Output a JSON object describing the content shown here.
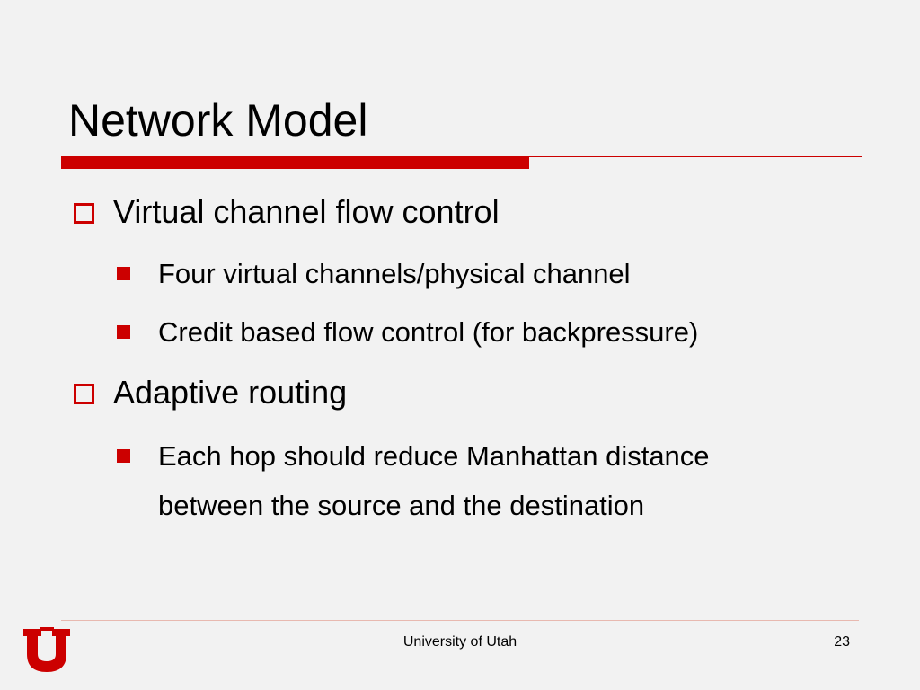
{
  "slide": {
    "title": "Network Model",
    "bullets": [
      {
        "text": "Virtual channel flow control",
        "subs": [
          {
            "lines": [
              "Four virtual channels/physical channel"
            ]
          },
          {
            "lines": [
              "Credit based flow control (for backpressure)"
            ]
          }
        ]
      },
      {
        "text": "Adaptive routing",
        "subs": [
          {
            "lines": [
              "Each hop should reduce Manhattan distance",
              "between the source and the destination"
            ]
          }
        ]
      }
    ]
  },
  "footer": {
    "institution": "University of Utah",
    "page_number": "23",
    "logo_icon": "block-u-logo-icon"
  },
  "colors": {
    "accent": "#cc0000",
    "background": "#f2f2f2",
    "footer_rule": "#e8b9b0"
  }
}
